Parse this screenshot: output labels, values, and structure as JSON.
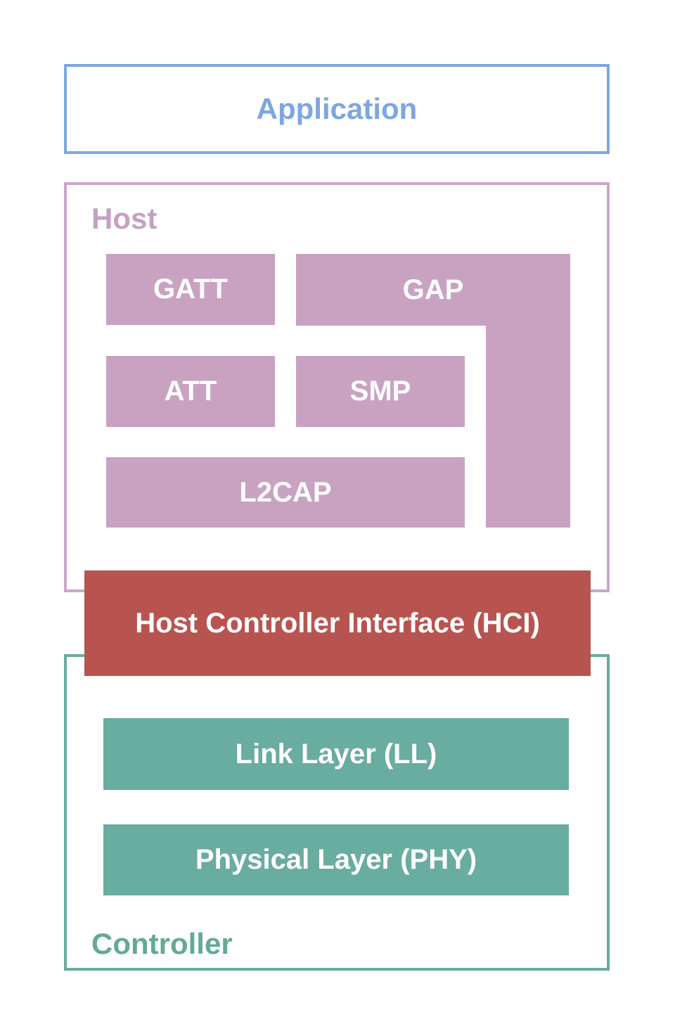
{
  "diagram": {
    "application": {
      "label": "Application"
    },
    "host": {
      "label": "Host",
      "blocks": {
        "gatt": "GATT",
        "gap": "GAP",
        "att": "ATT",
        "smp": "SMP",
        "l2cap": "L2CAP"
      }
    },
    "hci": {
      "label": "Host Controller Interface (HCI)"
    },
    "controller": {
      "label": "Controller",
      "blocks": {
        "link_layer": "Link Layer (LL)",
        "physical_layer": "Physical Layer (PHY)"
      }
    },
    "colors": {
      "application_accent": "#7ea6e0",
      "host_border": "#cba6c8",
      "host_label_text": "#c6a0c4",
      "host_block_fill": "#c9a2c2",
      "hci_fill": "#b85450",
      "controller_border": "#6aab9f",
      "controller_label_text": "#63a998",
      "controller_block_fill": "#69aca0",
      "block_text": "#ffffff"
    }
  }
}
